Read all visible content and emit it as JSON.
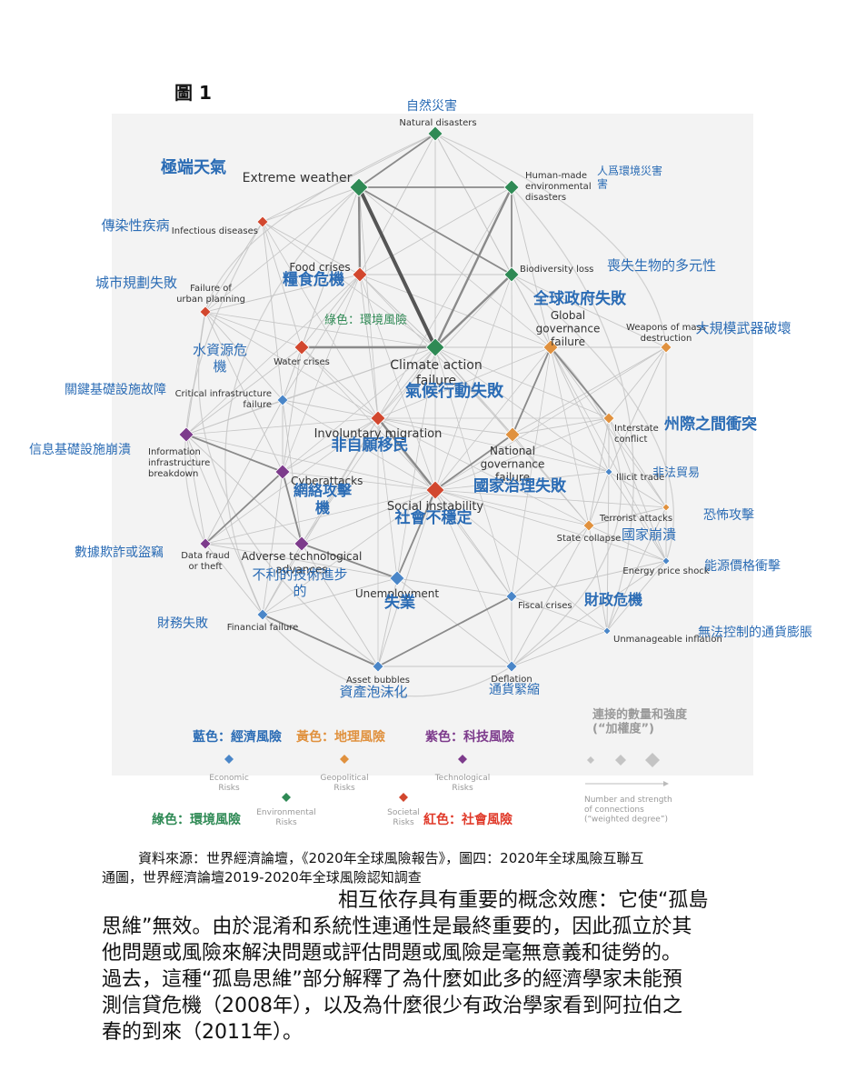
{
  "figure_label": "圖 1",
  "colors": {
    "economic": "#4a86c8",
    "geopolitical": "#e0913e",
    "technological": "#7d3b8c",
    "environmental": "#2f8a55",
    "societal": "#d2472e",
    "zh_label": "#2b6cb5",
    "edge": "#9a9a9a"
  },
  "nodes": [
    {
      "id": "natural",
      "category": "environmental",
      "en": [
        "Natural disasters"
      ],
      "zh": [
        "自然災害"
      ],
      "size": "m"
    },
    {
      "id": "extreme",
      "category": "environmental",
      "en": [
        "Extreme weather"
      ],
      "zh": [
        "極端天氣"
      ],
      "size": "l"
    },
    {
      "id": "humanmade",
      "category": "environmental",
      "en": [
        "Human-made",
        "environmental",
        "disasters"
      ],
      "zh": [
        "人爲環境災害",
        "害"
      ],
      "size": "m"
    },
    {
      "id": "infectious",
      "category": "societal",
      "en": [
        "Infectious diseases"
      ],
      "zh": [
        "傳染性疾病"
      ],
      "size": "s"
    },
    {
      "id": "food",
      "category": "societal",
      "en": [
        "Food crises"
      ],
      "zh": [
        "糧食危機"
      ],
      "size": "m"
    },
    {
      "id": "biodiversity",
      "category": "environmental",
      "en": [
        "Biodiversity loss"
      ],
      "zh": [
        "喪失生物的多元性"
      ],
      "size": "m"
    },
    {
      "id": "urban",
      "category": "societal",
      "en": [
        "Failure of",
        "urban planning"
      ],
      "zh": [
        "城市規劃失敗"
      ],
      "size": "s"
    },
    {
      "id": "global_gov",
      "category": "geopolitical",
      "en": [
        "Global",
        "governance",
        "failure"
      ],
      "zh": [
        "全球政府失敗"
      ],
      "size": "m"
    },
    {
      "id": "wmd",
      "category": "geopolitical",
      "en": [
        "Weapons of mass",
        "destruction"
      ],
      "zh": [
        "大規模武器破壞"
      ],
      "size": "s"
    },
    {
      "id": "water",
      "category": "societal",
      "en": [
        "Water crises"
      ],
      "zh": [
        "水資源危",
        "機"
      ],
      "size": "m"
    },
    {
      "id": "climate",
      "category": "environmental",
      "en": [
        "Climate action",
        "failure"
      ],
      "zh": [
        "氣候行動失敗"
      ],
      "size": "l"
    },
    {
      "id": "infra",
      "category": "economic",
      "en": [
        "Critical infrastructure",
        "failure"
      ],
      "zh": [
        "關鍵基礎設施故障"
      ],
      "size": "s"
    },
    {
      "id": "interstate",
      "category": "geopolitical",
      "en": [
        "Interstate",
        "conflict"
      ],
      "zh": [
        "州際之間衝突"
      ],
      "size": "s"
    },
    {
      "id": "migration",
      "category": "societal",
      "en": [
        "Involuntary migration"
      ],
      "zh": [
        "非自願移民"
      ],
      "size": "m"
    },
    {
      "id": "info_infra",
      "category": "technological",
      "en": [
        "Information",
        "infrastructure",
        "breakdown"
      ],
      "zh": [
        "信息基礎設施崩潰"
      ],
      "size": "m"
    },
    {
      "id": "national_gov",
      "category": "geopolitical",
      "en": [
        "National",
        "governance",
        "failure"
      ],
      "zh": [
        "國家治理失敗"
      ],
      "size": "m"
    },
    {
      "id": "illicit",
      "category": "economic",
      "en": [
        "Illicit trade"
      ],
      "zh": [
        "非法貿易"
      ],
      "size": "xs"
    },
    {
      "id": "cyber",
      "category": "technological",
      "en": [
        "Cyberattacks"
      ],
      "zh": [
        "網絡攻擊",
        "機"
      ],
      "size": "m"
    },
    {
      "id": "social",
      "category": "societal",
      "en": [
        "Social instability"
      ],
      "zh": [
        "社會不穩定"
      ],
      "size": "l"
    },
    {
      "id": "terrorist",
      "category": "geopolitical",
      "en": [
        "Terrorist attacks"
      ],
      "zh": [
        "恐怖攻擊"
      ],
      "size": "xs"
    },
    {
      "id": "state",
      "category": "geopolitical",
      "en": [
        "State collapse"
      ],
      "zh": [
        "國家崩潰"
      ],
      "size": "s"
    },
    {
      "id": "data_fraud",
      "category": "technological",
      "en": [
        "Data fraud",
        "or theft"
      ],
      "zh": [
        "數據欺詐或盜竊"
      ],
      "size": "s"
    },
    {
      "id": "adverse_tech",
      "category": "technological",
      "en": [
        "Adverse technological",
        "advances"
      ],
      "zh": [
        "不利的技術進步",
        "的"
      ],
      "size": "m"
    },
    {
      "id": "energy",
      "category": "economic",
      "en": [
        "Energy price shock"
      ],
      "zh": [
        "能源價格衝擊"
      ],
      "size": "xs"
    },
    {
      "id": "unemployment",
      "category": "economic",
      "en": [
        "Unemployment"
      ],
      "zh": [
        "失業"
      ],
      "size": "m"
    },
    {
      "id": "fiscal",
      "category": "economic",
      "en": [
        "Fiscal crises"
      ],
      "zh": [
        "財政危機"
      ],
      "size": "s"
    },
    {
      "id": "financial",
      "category": "economic",
      "en": [
        "Financial failure"
      ],
      "zh": [
        "財務失敗"
      ],
      "size": "s"
    },
    {
      "id": "inflation",
      "category": "economic",
      "en": [
        "Unmanageable inflation"
      ],
      "zh": [
        "無法控制的通貨膨脹"
      ],
      "size": "xs"
    },
    {
      "id": "asset",
      "category": "economic",
      "en": [
        "Asset bubbles"
      ],
      "zh": [
        "資產泡沫化"
      ],
      "size": "s"
    },
    {
      "id": "deflation",
      "category": "economic",
      "en": [
        "Deflation"
      ],
      "zh": [
        "通貨緊縮"
      ],
      "size": "s"
    }
  ],
  "strong_edges": [
    [
      "extreme",
      "climate"
    ],
    [
      "climate",
      "biodiversity"
    ],
    [
      "extreme",
      "food"
    ],
    [
      "climate",
      "humanmade"
    ],
    [
      "climate",
      "water"
    ],
    [
      "social",
      "migration"
    ],
    [
      "info_infra",
      "cyber"
    ],
    [
      "global_gov",
      "interstate"
    ],
    [
      "global_gov",
      "national_gov"
    ],
    [
      "social",
      "unemployment"
    ],
    [
      "social",
      "national_gov"
    ],
    [
      "data_fraud",
      "cyber"
    ],
    [
      "adverse_tech",
      "unemployment"
    ],
    [
      "cyber",
      "adverse_tech"
    ],
    [
      "extreme",
      "humanmade"
    ],
    [
      "extreme",
      "biodiversity"
    ],
    [
      "humanmade",
      "biodiversity"
    ],
    [
      "natural",
      "extreme"
    ],
    [
      "asset",
      "fiscal"
    ],
    [
      "financial",
      "asset"
    ]
  ],
  "legend": {
    "categories": [
      {
        "key": "economic",
        "zh": "藍色：經濟風險",
        "en": [
          "Economic",
          "Risks"
        ]
      },
      {
        "key": "geopolitical",
        "zh": "黃色：地理風險",
        "en": [
          "Geopolitical",
          "Risks"
        ]
      },
      {
        "key": "technological",
        "zh": "紫色：科技風險",
        "en": [
          "Technological",
          "Risks"
        ]
      },
      {
        "key": "environmental",
        "zh": "綠色：環境風險",
        "en": [
          "Environmental",
          "Risks"
        ]
      },
      {
        "key": "societal",
        "zh": "紅色：社會風險",
        "en": [
          "Societal",
          "Risks"
        ]
      }
    ],
    "weighted_zh": [
      "連接的數量和強度",
      "(“加權度”)"
    ],
    "weighted_en": [
      "Number and strength",
      "of connections",
      "(“weighted degree”)"
    ]
  },
  "inline_note": "綠色：環境風險",
  "source_note": [
    "資料來源：世界經濟論壇，《2020年全球風險報告》，圖四：2020年全球風險互聯互",
    "通圖，世界經濟論壇2019-2020年全球風險認知調查"
  ],
  "body_lines": [
    "相互依存具有重要的概念效應：它使“孤島",
    "思維”無效。由於混淆和系統性連通性是最終重要的，因此孤立於其",
    "他問題或風險來解決問題或評估問題或風險是毫無意義和徒勞的。",
    "過去，這種“孤島思維”部分解釋了為什麼如此多的經濟學家未能預",
    "測信貸危機（2008年），以及為什麼很少有政治學家看到阿拉伯之",
    "春的到來（2011年）。"
  ]
}
